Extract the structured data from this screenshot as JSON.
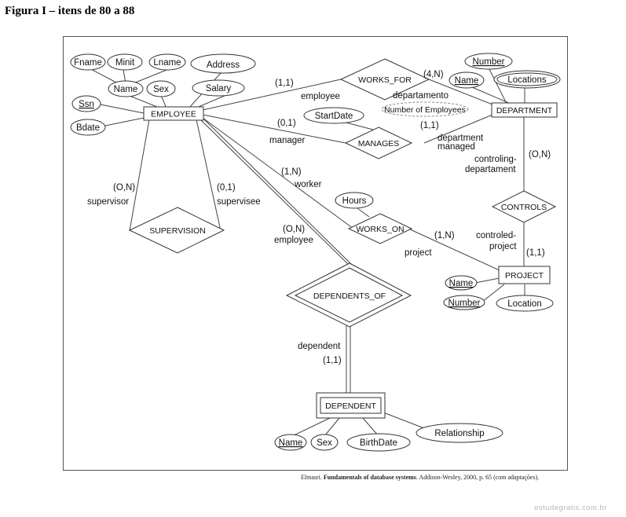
{
  "figure_title": "Figura I – itens de 80 a 88",
  "entities": {
    "employee": "EMPLOYEE",
    "department": "DEPARTMENT",
    "project": "PROJECT",
    "dependent": "DEPENDENT"
  },
  "relationships": {
    "works_for": "WORKS_FOR",
    "manages": "MANAGES",
    "works_on": "WORKS_ON",
    "controls": "CONTROLS",
    "supervision": "SUPERVISION",
    "dependents_of": "DEPENDENTS_OF"
  },
  "attributes": {
    "fname": "Fname",
    "minit": "Minit",
    "lname": "Lname",
    "address": "Address",
    "name": "Name",
    "sex": "Sex",
    "salary": "Salary",
    "ssn": "Ssn",
    "bdate": "Bdate",
    "dept_number": "Number",
    "dept_name": "Name",
    "locations": "Locations",
    "number_of_employees": "Number of Employees",
    "start_date": "StartDate",
    "hours": "Hours",
    "proj_name": "Name",
    "proj_number": "Number",
    "proj_location": "Location",
    "dep_name": "Name",
    "dep_sex": "Sex",
    "dep_birthdate": "BirthDate",
    "dep_relationship": "Relationship"
  },
  "labels": {
    "wf_emp_card": "(1,1)",
    "wf_emp_role": "employee",
    "wf_dept_card": "(4,N)",
    "wf_dept_role": "departamento",
    "mg_emp_card": "(0,1)",
    "mg_emp_role": "manager",
    "mg_dept_card": "(1,1)",
    "mg_dept_role1": "department",
    "mg_dept_role2": "managed",
    "wo_emp_card": "(1,N)",
    "wo_emp_role": "worker",
    "wo_proj_card": "(1,N)",
    "wo_proj_role": "project",
    "dof_emp_card": "(O,N)",
    "dof_emp_role": "employee",
    "dof_dep_role": "dependent",
    "dof_dep_card": "(1,1)",
    "sup_left_card": "(O,N)",
    "sup_left_role": "supervisor",
    "sup_right_card": "(0,1)",
    "sup_right_role": "supervisee",
    "ctrl_dept_card": "(O,N)",
    "ctrl_dept_role1": "controling-",
    "ctrl_dept_role2": "departament",
    "ctrl_proj_role1": "controled-",
    "ctrl_proj_role2": "project",
    "ctrl_proj_card": "(1,1)"
  },
  "caption": {
    "author": "Elmasri.",
    "title": "Fundamentals of database systems",
    "rest": ". Addison-Wesley, 2000, p. 65 (com adaptações)."
  },
  "watermark": "estudegratis.com.br"
}
